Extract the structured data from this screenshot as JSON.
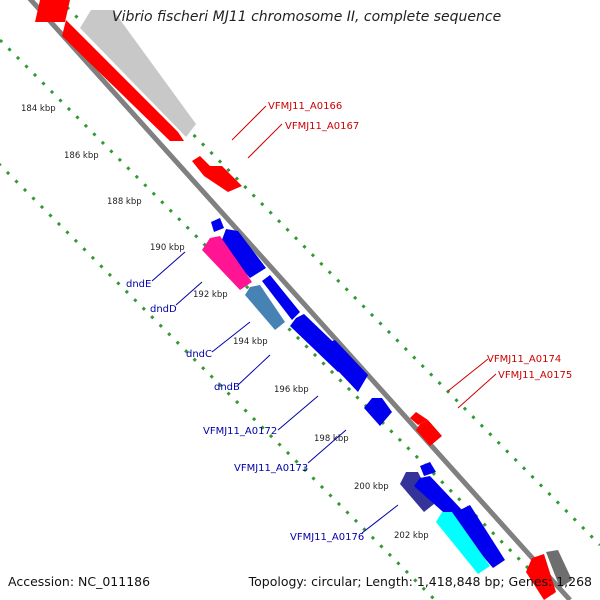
{
  "title": "Vibrio fischeri MJ11 chromosome II, complete sequence",
  "footer": {
    "accession": "Accession: NC_011186",
    "topology": "Topology: circular; Length: 1,418,848 bp; Genes: 1,268"
  },
  "ticks": [
    "184 kbp",
    "186 kbp",
    "188 kbp",
    "190 kbp",
    "192 kbp",
    "194 kbp",
    "196 kbp",
    "198 kbp",
    "200 kbp",
    "202 kbp"
  ],
  "labels": {
    "red": [
      "VFMJ11_A0166",
      "VFMJ11_A0167",
      "VFMJ11_A0174",
      "VFMJ11_A0175"
    ],
    "blue": [
      "dndE",
      "dndD",
      "dndC",
      "dndB",
      "VFMJ11_A0172",
      "VFMJ11_A0173",
      "VFMJ11_A0176"
    ]
  },
  "colors": {
    "red": "#ff0000",
    "blue": "#0000ee",
    "gray": "#c8c8c8",
    "magenta": "#ff1493",
    "steel": "#4682b4",
    "navy": "#333399",
    "cyan": "#00ffff",
    "dots": "#339933",
    "backbone": "#808080",
    "red_label": "#cc0000",
    "blue_label": "#0000aa"
  }
}
